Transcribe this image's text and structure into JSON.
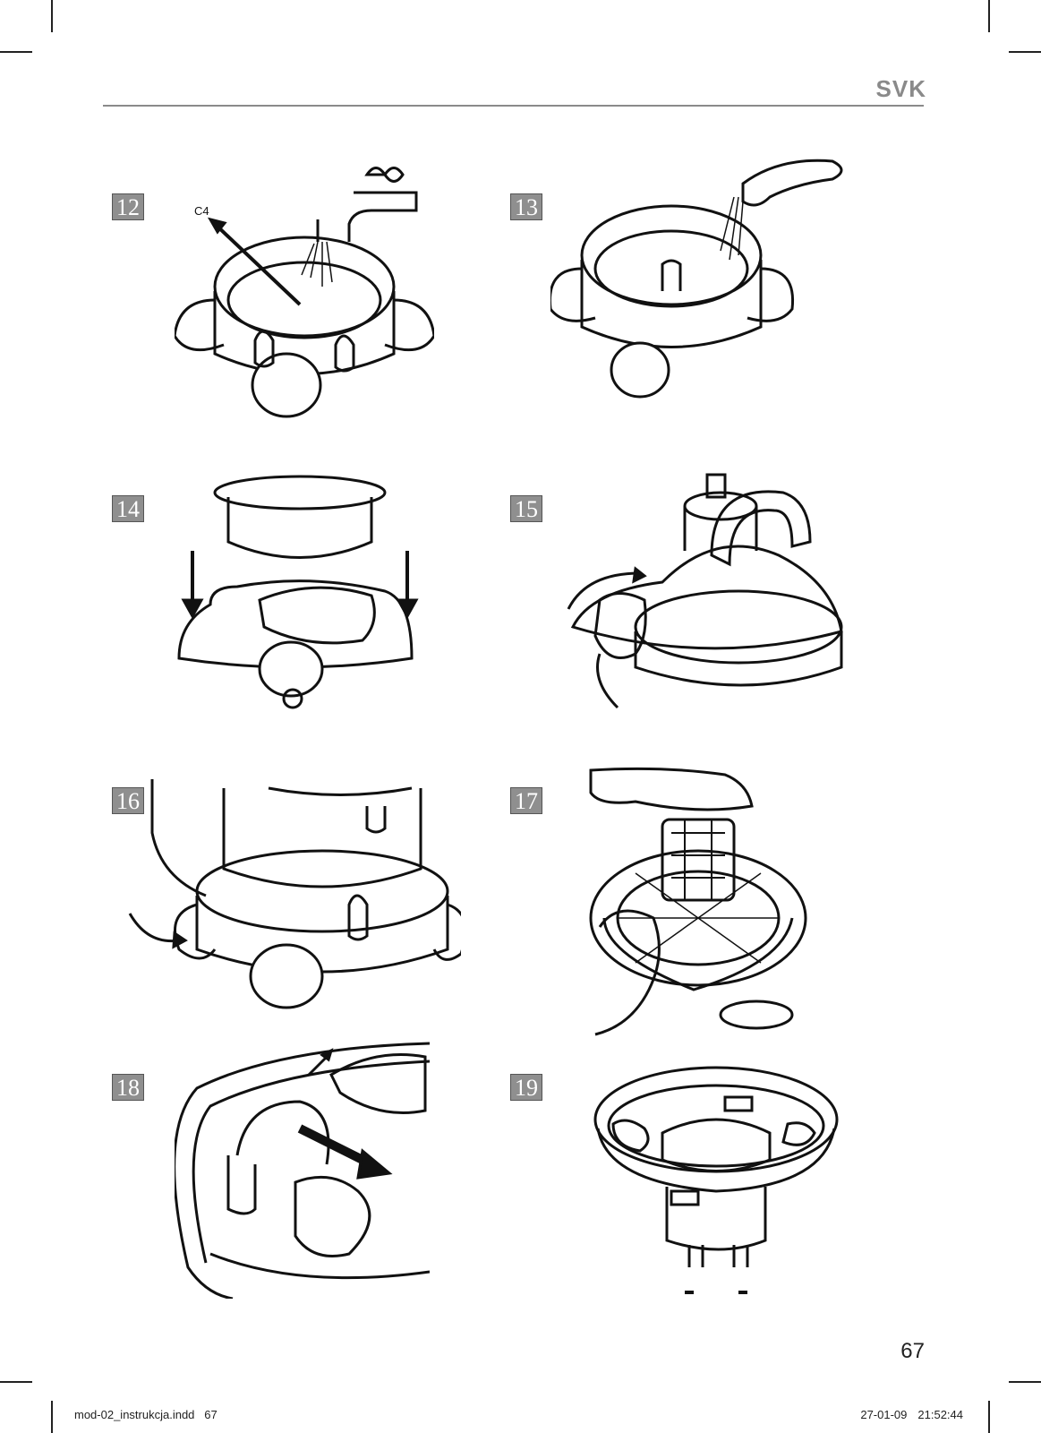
{
  "header": {
    "language_code": "SVK"
  },
  "figures": [
    {
      "number": "12",
      "callout": "C4",
      "icon": "tank-rinse-under-tap"
    },
    {
      "number": "13",
      "icon": "tank-pour-out-water"
    },
    {
      "number": "14",
      "icon": "insert-container-into-base"
    },
    {
      "number": "15",
      "icon": "rotate-lid-to-lock"
    },
    {
      "number": "16",
      "icon": "fasten-clip-on-tank"
    },
    {
      "number": "17",
      "icon": "remove-filter-cage"
    },
    {
      "number": "18",
      "icon": "remove-float-valve"
    },
    {
      "number": "19",
      "icon": "inner-container-part"
    }
  ],
  "page_number": "67",
  "footer": {
    "file_name": "mod-02_instrukcja.indd   67",
    "date": "27-01-09",
    "time": "21:52:44"
  }
}
